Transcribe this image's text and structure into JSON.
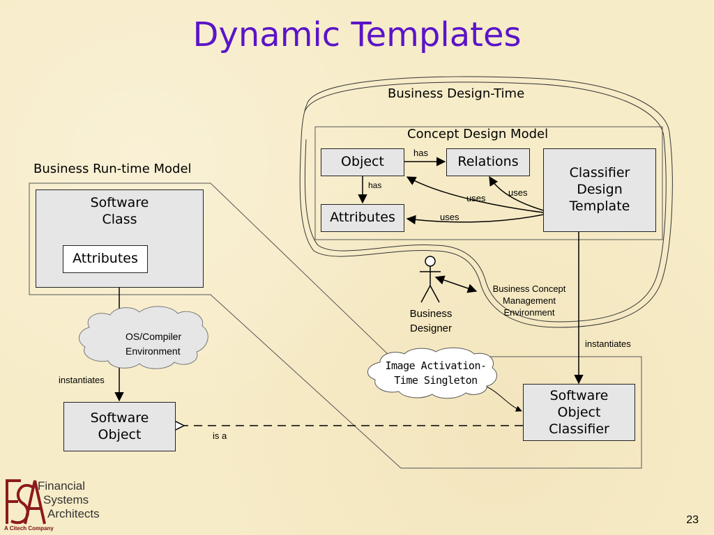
{
  "slide": {
    "title": "Dynamic Templates",
    "page_number": "23"
  },
  "regions": {
    "business_design_time": "Business Design-Time",
    "concept_design_model": "Concept Design Model",
    "business_runtime_model": "Business Run-time Model"
  },
  "boxes": {
    "object": "Object",
    "relations": "Relations",
    "attributes_top": "Attributes",
    "classifier_design_template": [
      "Classifier",
      "Design",
      "Template"
    ],
    "software_class": [
      "Software",
      "Class"
    ],
    "attributes_inner": "Attributes",
    "software_object": [
      "Software",
      "Object"
    ],
    "software_object_classifier": [
      "Software",
      "Object",
      "Classifier"
    ]
  },
  "edge_labels": {
    "has_right": "has",
    "has_down": "has",
    "uses_relations": "uses",
    "uses_object": "uses",
    "uses_attributes": "uses",
    "instantiates_right": "instantiates",
    "instantiates_left": "instantiates",
    "is_a": "is a"
  },
  "actor": {
    "name": [
      "Business",
      "Designer"
    ]
  },
  "notes": {
    "bcme": [
      "Business Concept",
      "Management",
      "Environment"
    ],
    "os_compiler": [
      "OS/Compiler",
      "Environment"
    ],
    "image_activation": [
      "Image Activation-",
      "Time Singleton"
    ]
  },
  "logo": {
    "lines": [
      "Financial",
      "Systems",
      "Architects"
    ],
    "tagline": "A Citech Company",
    "brand_color": "#8b1a1a"
  },
  "colors": {
    "title": "#5b14c8",
    "background": "#f7ecc8",
    "box_fill": "#e6e6e6"
  }
}
